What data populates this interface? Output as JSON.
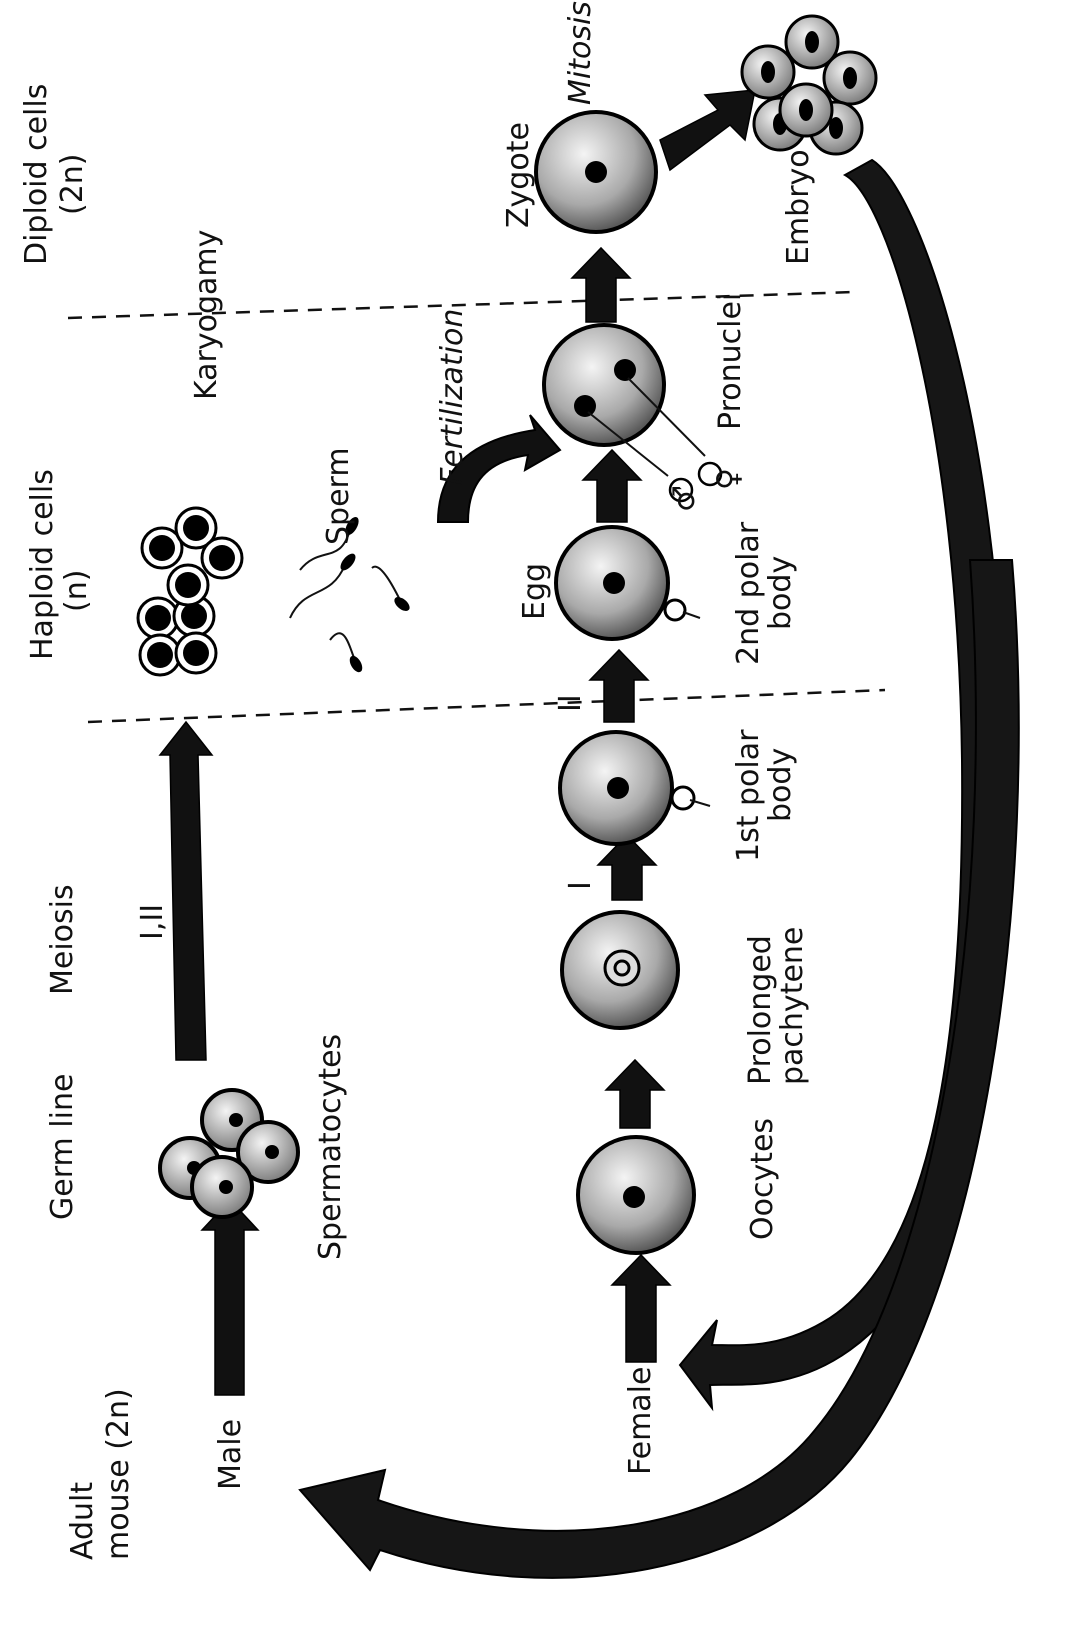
{
  "labels": {
    "adult_mouse": "Adult",
    "adult_mouse_line2": "mouse (2n)",
    "germ_line": "Germ line",
    "meiosis": "Meiosis",
    "haploid": "Haploid cells",
    "haploid_line2": "(n)",
    "karyogamy": "Karyogamy",
    "diploid": "Diploid cells",
    "diploid_line2": "(2n)",
    "male": "Male",
    "spermatocytes": "Spermatocytes",
    "meiosis_I_II": "I,II",
    "sperm": "Sperm",
    "female": "Female",
    "oocytes": "Oocytes",
    "prolonged": "Prolonged",
    "pachytene": "pachytene",
    "meiosis_I": "I",
    "first_polar": "1st polar",
    "first_polar_body": "body",
    "meiosis_II": "II",
    "egg": "Egg",
    "second_polar": "2nd polar",
    "second_polar_body": "body",
    "fertilization": "Fertilization",
    "male_symbol": "♂",
    "female_symbol": "♀",
    "pronuclei": "Pronuclei",
    "zygote": "Zygote",
    "mitosis": "Mitosis",
    "embryo": "Embryo"
  },
  "colors": {
    "ink": "#111111",
    "cell_shade_light": "#f2f2f2",
    "cell_shade_dark": "#6a6a6a"
  }
}
